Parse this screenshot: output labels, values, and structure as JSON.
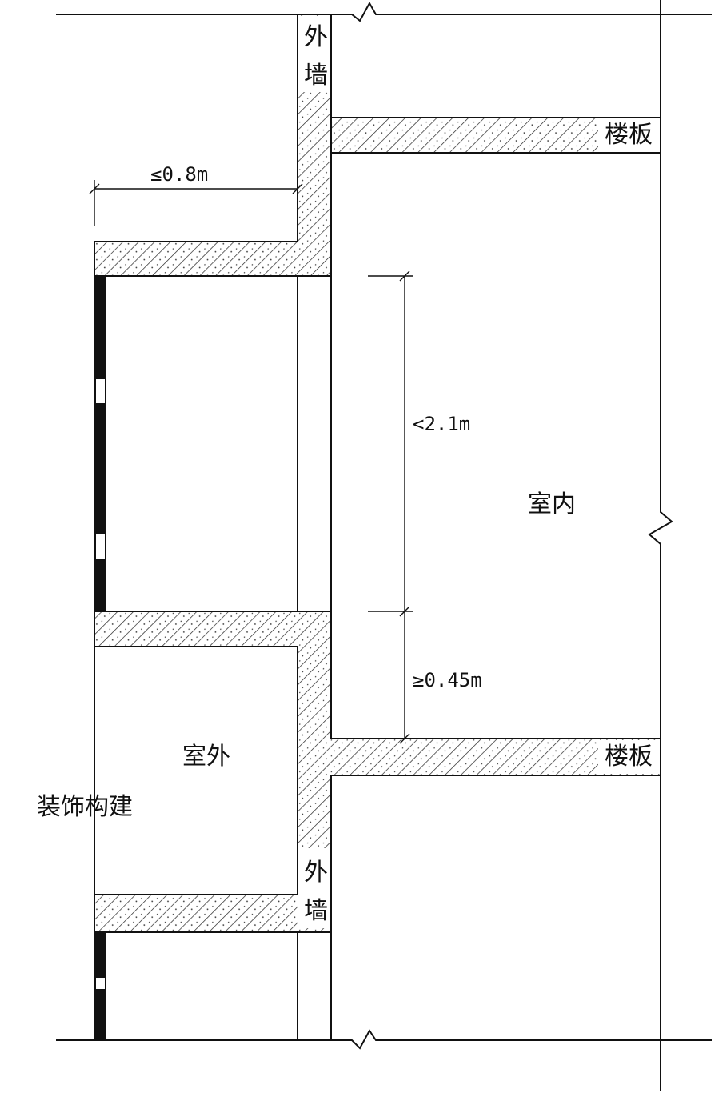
{
  "labels": {
    "exterior_wall_top": [
      "外",
      "墙"
    ],
    "exterior_wall_bottom": [
      "外",
      "墙"
    ],
    "floor_slab_top": "楼板",
    "floor_slab_bottom": "楼板",
    "indoor": "室内",
    "outdoor": "室外",
    "decorative_component": "装饰构建"
  },
  "dimensions": {
    "projection": "≤0.8m",
    "clear_height": "<2.1m",
    "sill_height": "≥0.45m"
  },
  "colors": {
    "line": "#111111",
    "background": "#ffffff"
  }
}
